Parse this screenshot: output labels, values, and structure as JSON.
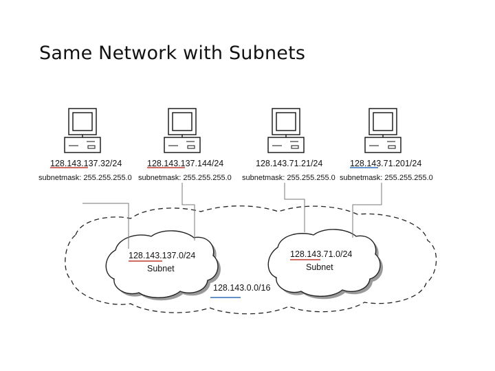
{
  "title": "Same Network with Subnets",
  "hosts": [
    {
      "ip": "128.143.137.32/24",
      "mask": "subnetmask: 255.255.255.0"
    },
    {
      "ip": "128.143.137.144/24",
      "mask": "subnetmask: 255.255.255.0"
    },
    {
      "ip": "128.143.71.21/24",
      "mask": "subnetmask: 255.255.255.0"
    },
    {
      "ip": "128.143.71.201/24",
      "mask": "subnetmask: 255.255.255.0"
    }
  ],
  "subnets": [
    {
      "network": "128.143.137.0/24",
      "label": "Subnet"
    },
    {
      "network": "128.143.71.0/24",
      "label": "Subnet"
    }
  ],
  "network": "128.143.0.0/16",
  "colors": {
    "underline_red": "#c0392b",
    "underline_blue": "#2e6fb7"
  }
}
